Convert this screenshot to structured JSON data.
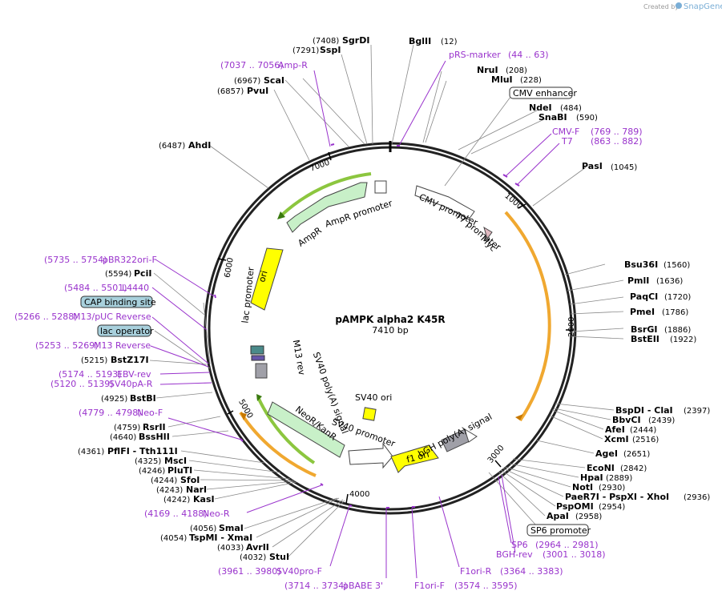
{
  "credit": {
    "prefix": "Created by",
    "brand": "SnapGene"
  },
  "plasmid": {
    "name": "pAMPK alpha2 K45R",
    "size": "7410 bp"
  },
  "ticks": [
    "1000",
    "2000",
    "3000",
    "4000",
    "5000",
    "6000",
    "7000"
  ],
  "enzymes_right": [
    {
      "name": "BglII",
      "pos": "(12)"
    },
    {
      "name": "NruI",
      "pos": "(208)"
    },
    {
      "name": "MluI",
      "pos": "(228)"
    },
    {
      "name": "NdeI",
      "pos": "(484)"
    },
    {
      "name": "SnaBI",
      "pos": "(590)"
    },
    {
      "name": "PasI",
      "pos": "(1045)"
    },
    {
      "name": "Bsu36I",
      "pos": "(1560)"
    },
    {
      "name": "PmlI",
      "pos": "(1636)"
    },
    {
      "name": "PaqCI",
      "pos": "(1720)"
    },
    {
      "name": "PmeI",
      "pos": "(1786)"
    },
    {
      "name": "BsrGI",
      "pos": "(1886)"
    },
    {
      "name": "BstEII",
      "pos": "(1922)"
    },
    {
      "name": "BspDI - ClaI",
      "pos": "(2397)"
    },
    {
      "name": "BbvCI",
      "pos": "(2439)"
    },
    {
      "name": "AfeI",
      "pos": "(2444)"
    },
    {
      "name": "XcmI",
      "pos": "(2516)"
    },
    {
      "name": "AgeI",
      "pos": "(2651)"
    },
    {
      "name": "EcoNI",
      "pos": "(2842)"
    },
    {
      "name": "HpaI",
      "pos": "(2889)"
    },
    {
      "name": "NotI",
      "pos": "(2930)"
    },
    {
      "name": "PaeR7I - PspXI - XhoI",
      "pos": "(2936)"
    },
    {
      "name": "PspOMI",
      "pos": "(2954)"
    },
    {
      "name": "ApaI",
      "pos": "(2958)"
    }
  ],
  "enzymes_left": [
    {
      "name": "SgrDI",
      "pos": "(7408)"
    },
    {
      "name": "SspI",
      "pos": "(7291)"
    },
    {
      "name": "ScaI",
      "pos": "(6967)"
    },
    {
      "name": "PvuI",
      "pos": "(6857)"
    },
    {
      "name": "AhdI",
      "pos": "(6487)"
    },
    {
      "name": "PciI",
      "pos": "(5594)"
    },
    {
      "name": "BstZ17I",
      "pos": "(5215)"
    },
    {
      "name": "BstBI",
      "pos": "(4925)"
    },
    {
      "name": "RsrII",
      "pos": "(4759)"
    },
    {
      "name": "BssHII",
      "pos": "(4640)"
    },
    {
      "name": "PflFI - Tth111I",
      "pos": "(4361)"
    },
    {
      "name": "MscI",
      "pos": "(4325)"
    },
    {
      "name": "PluTI",
      "pos": "(4246)"
    },
    {
      "name": "SfoI",
      "pos": "(4244)"
    },
    {
      "name": "NarI",
      "pos": "(4243)"
    },
    {
      "name": "KasI",
      "pos": "(4242)"
    },
    {
      "name": "SmaI",
      "pos": "(4056)"
    },
    {
      "name": "TspMI - XmaI",
      "pos": "(4054)"
    },
    {
      "name": "AvrII",
      "pos": "(4033)"
    },
    {
      "name": "StuI",
      "pos": "(4032)"
    }
  ],
  "primers": [
    {
      "name": "pRS-marker",
      "range": "(44 .. 63)"
    },
    {
      "name": "CMV-F",
      "range": "(769 .. 789)"
    },
    {
      "name": "T7",
      "range": "(863 .. 882)"
    },
    {
      "name": "SP6",
      "range": "(2964 .. 2981)"
    },
    {
      "name": "BGH-rev",
      "range": "(3001 .. 3018)"
    },
    {
      "name": "F1ori-R",
      "range": "(3364 .. 3383)"
    },
    {
      "name": "F1ori-F",
      "range": "(3574 .. 3595)"
    },
    {
      "name": "pBABE 3'",
      "range": "(3714 .. 3734)"
    },
    {
      "name": "SV40pro-F",
      "range": "(3961 .. 3980)"
    },
    {
      "name": "Neo-R",
      "range": "(4169 .. 4188)"
    },
    {
      "name": "Neo-F",
      "range": "(4779 .. 4798)"
    },
    {
      "name": "SV40pA-R",
      "range": "(5120 .. 5139)"
    },
    {
      "name": "EBV-rev",
      "range": "(5174 .. 5193)"
    },
    {
      "name": "M13 Reverse",
      "range": "(5253 .. 5269)"
    },
    {
      "name": "M13/pUC Reverse",
      "range": "(5266 .. 5288)"
    },
    {
      "name": "L4440",
      "range": "(5484 .. 5501)"
    },
    {
      "name": "pBR322ori-F",
      "range": "(5735 .. 5754)"
    },
    {
      "name": "Amp-R",
      "range": "(7037 .. 7056)"
    }
  ],
  "boxed_features": [
    "CMV enhancer",
    "SP6 promoter",
    "CAP binding site",
    "lac operator"
  ],
  "features": {
    "cmv_promoter": "CMV promoter",
    "t7_promoter": "T7 promoter",
    "myc": "Myc",
    "ampr": "AmpR",
    "ampr_promoter": "AmpR promoter",
    "ori": "ori",
    "lac_promoter": "lac promoter",
    "m13_rev": "M13 rev",
    "sv40_polya": "SV40 poly(A) signal",
    "neor": "NeoR/KanR",
    "sv40_promoter": "SV40 promoter",
    "sv40_ori": "SV40 ori",
    "f1_ori": "f1 ori",
    "bgh_polya": "bGH poly(A) signal"
  },
  "colors": {
    "enzyme": "#000000",
    "primer": "#9933cc",
    "orange_arc": "#f0a830",
    "green_arc": "#8cc63f",
    "boxed_blue": "#a8d0dc"
  }
}
